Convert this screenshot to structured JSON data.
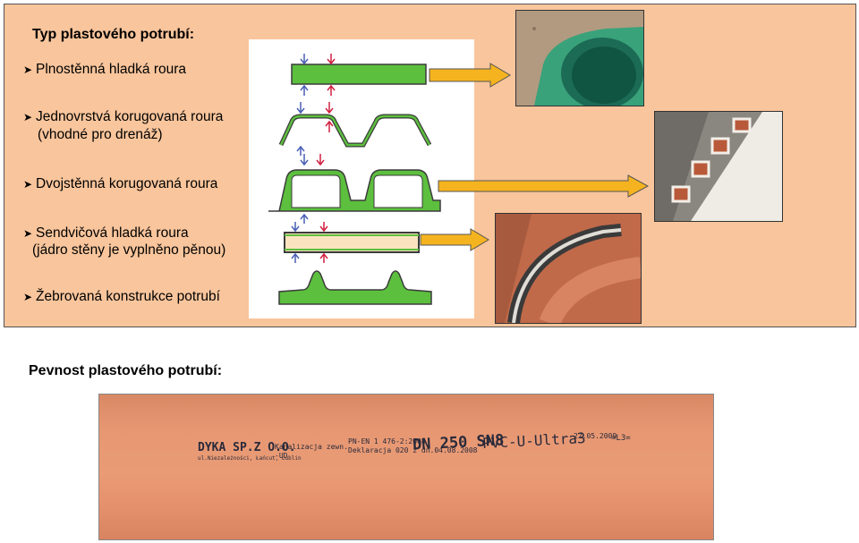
{
  "section1": {
    "title": "Typ plastového potrubí:",
    "items": [
      {
        "label": "Plnostěnná hladká roura"
      },
      {
        "label": "Jednovrstvá korugovaná roura",
        "note": "(vhodné pro  drenáž)"
      },
      {
        "label": "Dvojstěnná korugovaná roura"
      },
      {
        "label": "Sendvičová hladká roura",
        "note": "(jádro stěny je vyplněno pěnou)"
      },
      {
        "label": "Žebrovaná konstrukce potrubí"
      }
    ]
  },
  "section2": {
    "title": "Pevnost plastového potrubí:",
    "pipe_marking": {
      "brand": "DYKA SP.Z O.O.",
      "brand_sub": "ul.Niezależności, Łańcut, Lublin",
      "text1a": "Kanalizacja zewn.",
      "text1b": "-UD",
      "text2a": "PN-EN 1 476-2:2008",
      "text2b": "Deklaracja 020 z dn.04.08.2008",
      "dn": "DN 250 SN8",
      "material": "PVC-U-Ultra3",
      "date": "22.05.2009",
      "code": "=L3="
    }
  },
  "colors": {
    "panel_bg": "#f9c59c",
    "arrow_fill": "#f5b31f",
    "diagram_green": "#5cbf3e",
    "sandwich_fill": "#fbe3bf",
    "pipe_orange": "#e79873"
  },
  "icons": {
    "bullet": "arrowhead-bullet-icon",
    "arrow": "right-arrow-icon"
  }
}
